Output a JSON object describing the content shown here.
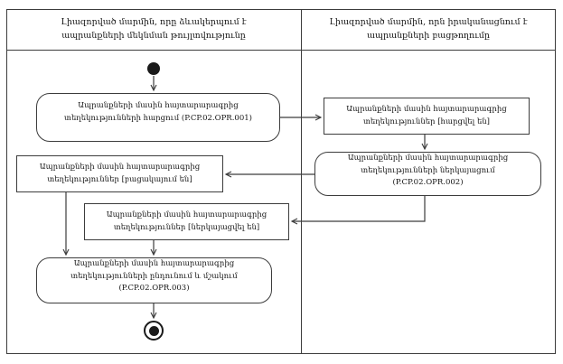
{
  "diagram": {
    "type": "activity-swimlane",
    "colors": {
      "line": "#3c3c3c",
      "background": "#ffffff",
      "text": "#141414"
    },
    "lanes": [
      {
        "title": "Լիազորված մարմին, որը ձևակերպում է ապրանքների մեկնման թույլտվությունը"
      },
      {
        "title": "Լիազորված մարմին, որն իրականացնում է ապրանքների բացթողումը"
      }
    ],
    "nodes": {
      "opr001": {
        "kind": "activity",
        "label": "Ապրանքների մասին հայտարարագրից տեղեկությունների հարցում (P.CP.02.OPR.001)"
      },
      "queried": {
        "kind": "object-state",
        "label": "Ապրանքների մասին հայտարարագրից տեղեկություններ [հարցվել են]"
      },
      "opr002": {
        "kind": "activity",
        "label": "Ապրանքների մասին հայտարարագրից տեղեկությունների ներկայացում (P.CP.02.OPR.002)"
      },
      "absent": {
        "kind": "object-state",
        "label": "Ապրանքների մասին հայտարարագրից տեղեկություններ [բացակայում են]"
      },
      "presented": {
        "kind": "object-state",
        "label": "Ապրանքների մասին հայտարարագրից տեղեկություններ [ներկայացվել են]"
      },
      "opr003": {
        "kind": "activity",
        "label": "Ապրանքների մասին հայտարարագրից տեղեկությունների ընդունում և մշակում (P.CP.02.OPR.003)"
      }
    },
    "edges": [
      "start -> opr001",
      "opr001 -> queried",
      "queried -> opr002",
      "opr002 -> absent",
      "opr002 -> presented",
      "absent -> opr003",
      "presented -> opr003",
      "opr003 -> final"
    ]
  }
}
